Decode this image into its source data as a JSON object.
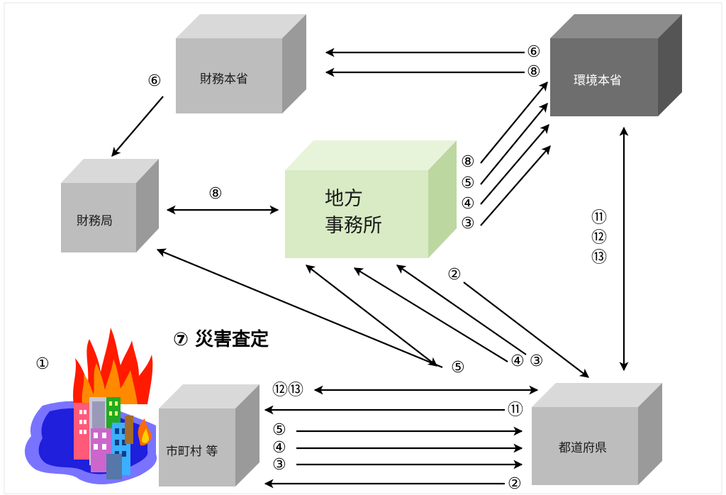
{
  "boxes": {
    "ministry_finance": "財務本省",
    "ministry_environment": "環境本省",
    "finance_bureau": "財務局",
    "regional_office": "地方\n事務所",
    "prefecture": "都道府県",
    "municipality": "市町村 等"
  },
  "labels": {
    "disaster_title": "⑦ 災害査定",
    "disaster_marker": "①",
    "mof_to_bureau": "⑥",
    "env_to_mof_6": "⑥",
    "env_to_mof_8": "⑧",
    "bureau_office": "⑧",
    "office_env_8": "⑧",
    "office_env_5": "⑤",
    "office_env_4": "④",
    "office_env_3": "③",
    "env_pref_11": "⑪",
    "env_pref_12": "⑫",
    "env_pref_13": "⑬",
    "pref_office_2": "②",
    "pref_office_43": "④ ③",
    "muni_office_5": "⑤",
    "muni_pref_1213": "⑫⑬",
    "muni_pref_11": "⑪",
    "muni_pref_5": "⑤",
    "muni_pref_4": "④",
    "muni_pref_3": "③",
    "muni_pref_2": "②"
  },
  "colors": {
    "gray_front": "#bdbdbd",
    "gray_top": "#d9d9d9",
    "gray_side": "#9a9a9a",
    "dark_front": "#6e6e6e",
    "dark_top": "#8c8c8c",
    "dark_side": "#555555",
    "green_front": "#d8ebc4",
    "green_top": "#e8f4da",
    "green_side": "#bcd7a0",
    "arrow": "#000000"
  },
  "icons": {
    "disaster": "burning-buildings-icon"
  }
}
